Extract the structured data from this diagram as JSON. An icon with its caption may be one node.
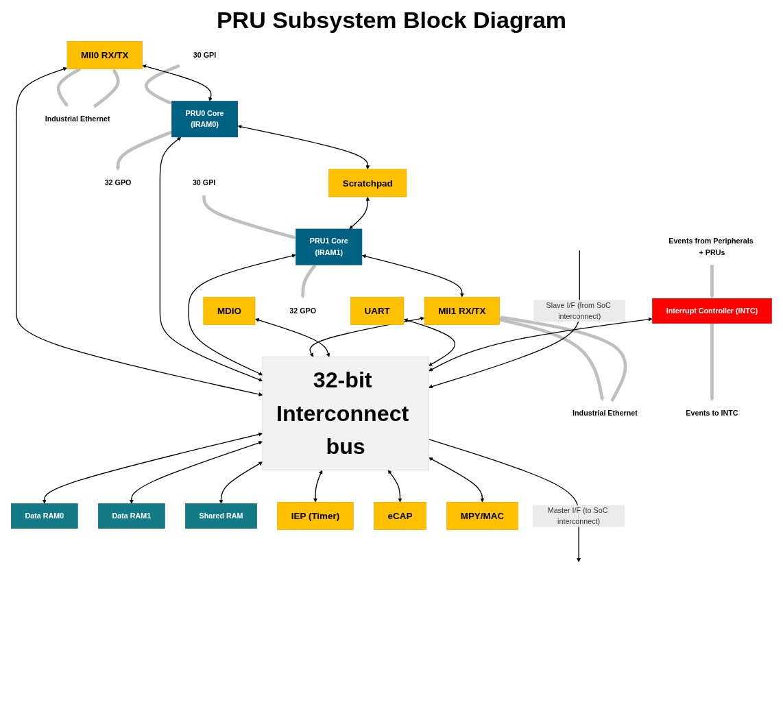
{
  "diagram": {
    "title": "PRU Subsystem Block Diagram",
    "nodes": [
      {
        "text": [
          "MII0 RX/TX"
        ]
      },
      {
        "text": [
          "PRU0 Core",
          "(IRAM0)"
        ]
      },
      {
        "text": [
          "Scratchpad"
        ]
      },
      {
        "text": [
          "PRU1 Core",
          "(IRAM1)"
        ]
      },
      {
        "text": [
          "MII1 RX/TX"
        ]
      },
      {
        "text": [
          "MDIO"
        ]
      },
      {
        "text": [
          "UART"
        ]
      },
      {
        "text": [
          "Interrupt Controller (INTC)"
        ]
      },
      {
        "text": [
          "32-bit Interconnect bus"
        ]
      },
      {
        "text": [
          "Data RAM0"
        ]
      },
      {
        "text": [
          "Data RAM1"
        ]
      },
      {
        "text": [
          "Shared RAM"
        ]
      },
      {
        "text": [
          "IEP (Timer)"
        ]
      },
      {
        "text": [
          "eCAP"
        ]
      },
      {
        "text": [
          "MPY/MAC"
        ]
      },
      {
        "text": [
          "Industrial Ethernet"
        ]
      },
      {
        "text": [
          "32 GPO"
        ]
      },
      {
        "text": [
          "30 GPI"
        ]
      },
      {
        "text": [
          "32 GPO"
        ]
      },
      {
        "text": [
          "30 GPI"
        ]
      },
      {
        "text": [
          "Industrial Ethernet"
        ]
      },
      {
        "text": [
          "Events to INTC"
        ]
      },
      {
        "text": [
          "Events from Peripherals + PRUs"
        ]
      }
    ],
    "edges": [
      {
        "from": 0,
        "to": 15,
        "arrow": "to",
        "style": "thick",
        "color": "#bfbfbf"
      },
      {
        "from": 15,
        "to": 0,
        "arrow": "to",
        "style": "thick",
        "color": "#bfbfbf"
      },
      {
        "from": 1,
        "to": 16,
        "arrow": "to",
        "style": "thick",
        "color": "#bfbfbf"
      },
      {
        "from": 17,
        "to": 1,
        "arrow": "to",
        "style": "thick",
        "color": "#bfbfbf"
      },
      {
        "from": 3,
        "to": 18,
        "arrow": "to",
        "style": "thick",
        "color": "#bfbfbf"
      },
      {
        "from": 19,
        "to": 3,
        "arrow": "to",
        "style": "thick",
        "color": "#bfbfbf"
      },
      {
        "from": 4,
        "to": 20,
        "arrow": "to",
        "style": "thick",
        "color": "#bfbfbf"
      },
      {
        "from": 20,
        "to": 4,
        "arrow": "to",
        "style": "thick",
        "color": "#bfbfbf"
      },
      {
        "from": 7,
        "to": 21,
        "arrow": "to",
        "style": "thick",
        "color": "#bfbfbf"
      },
      {
        "from": 22,
        "to": 7,
        "arrow": "to",
        "style": "thick",
        "color": "#bfbfbf"
      },
      {
        "from": 0,
        "to": 1,
        "arrow": "both"
      },
      {
        "from": 1,
        "to": 2,
        "arrow": "both"
      },
      {
        "from": 2,
        "to": 3,
        "arrow": "both"
      },
      {
        "from": 3,
        "to": 4,
        "arrow": "both"
      },
      {
        "from": 0,
        "to": 8,
        "arrow": "both"
      },
      {
        "from": 1,
        "to": 8,
        "arrow": "both"
      },
      {
        "from": 3,
        "to": 8,
        "arrow": "both"
      },
      {
        "from": 4,
        "to": 8,
        "arrow": "both"
      },
      {
        "from": 5,
        "to": 8,
        "arrow": "both"
      },
      {
        "from": 6,
        "to": 8,
        "arrow": "both"
      },
      {
        "from": 7,
        "to": 8,
        "arrow": "both"
      },
      {
        "from": 8,
        "to": 9,
        "arrow": "both"
      },
      {
        "from": 8,
        "to": 10,
        "arrow": "both"
      },
      {
        "from": 8,
        "to": 11,
        "arrow": "both"
      },
      {
        "from": 8,
        "to": null,
        "arrow": "to",
        "label": "Master I/F (to SoC interconnect)"
      },
      {
        "from": null,
        "to": 8,
        "arrow": "to",
        "label": "Slave I/F (from SoC interconnect)"
      },
      {
        "from": 8,
        "to": 12,
        "arrow": "both"
      },
      {
        "from": 8,
        "to": 13,
        "arrow": "both"
      },
      {
        "from": 8,
        "to": 14,
        "arrow": "both"
      }
    ]
  }
}
